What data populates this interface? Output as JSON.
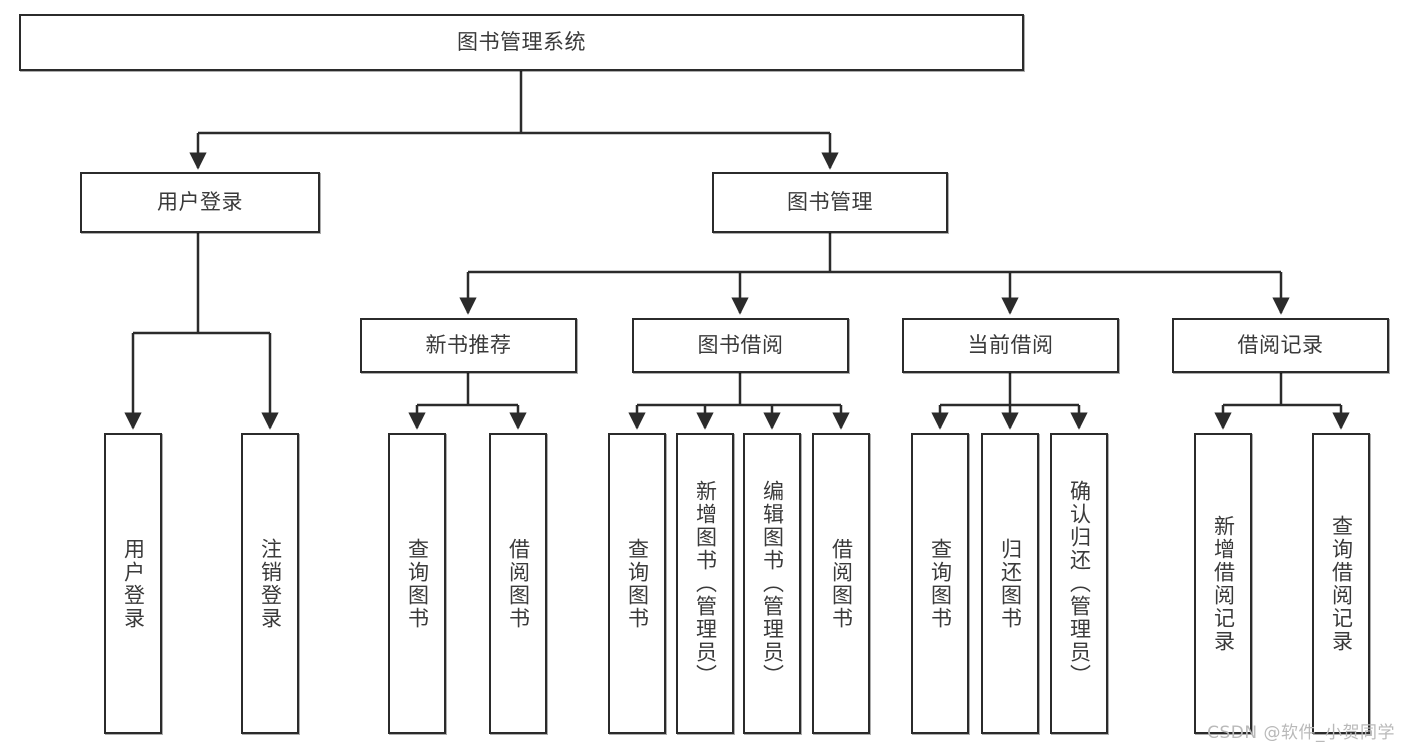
{
  "diagram": {
    "type": "tree-hierarchy",
    "title": "图书管理系统",
    "watermark": "CSDN @软件_小贺同学",
    "colors": {
      "stroke": "#2b2b2b",
      "text": "#3a3a3a",
      "background": "#ffffff",
      "watermark": "#b9b9b9"
    },
    "levels": {
      "root": {
        "label": "图书管理系统"
      },
      "level2": [
        {
          "id": "user-login",
          "label": "用户登录"
        },
        {
          "id": "book-management",
          "label": "图书管理"
        }
      ],
      "level3": [
        {
          "id": "new-book-recommend",
          "label": "新书推荐",
          "parent": "book-management"
        },
        {
          "id": "book-borrow",
          "label": "图书借阅",
          "parent": "book-management"
        },
        {
          "id": "current-borrow",
          "label": "当前借阅",
          "parent": "book-management"
        },
        {
          "id": "borrow-record",
          "label": "借阅记录",
          "parent": "book-management"
        }
      ],
      "leaves": [
        {
          "id": "leaf-user-login",
          "label": "用户登录",
          "parent": "user-login"
        },
        {
          "id": "leaf-user-logout",
          "label": "注销登录",
          "parent": "user-login"
        },
        {
          "id": "leaf-query-book-1",
          "label": "查询图书",
          "parent": "new-book-recommend"
        },
        {
          "id": "leaf-borrow-book-1",
          "label": "借阅图书",
          "parent": "new-book-recommend"
        },
        {
          "id": "leaf-query-book-2",
          "label": "查询图书",
          "parent": "book-borrow"
        },
        {
          "id": "leaf-add-book",
          "label": "新增图书（管理员）",
          "parent": "book-borrow"
        },
        {
          "id": "leaf-edit-book",
          "label": "编辑图书（管理员）",
          "parent": "book-borrow"
        },
        {
          "id": "leaf-borrow-book-2",
          "label": "借阅图书",
          "parent": "book-borrow"
        },
        {
          "id": "leaf-query-book-3",
          "label": "查询图书",
          "parent": "current-borrow"
        },
        {
          "id": "leaf-return-book",
          "label": "归还图书",
          "parent": "current-borrow"
        },
        {
          "id": "leaf-confirm-return",
          "label": "确认归还（管理员）",
          "parent": "current-borrow"
        },
        {
          "id": "leaf-add-record",
          "label": "新增借阅记录",
          "parent": "borrow-record"
        },
        {
          "id": "leaf-query-record",
          "label": "查询借阅记录",
          "parent": "borrow-record"
        }
      ]
    }
  }
}
